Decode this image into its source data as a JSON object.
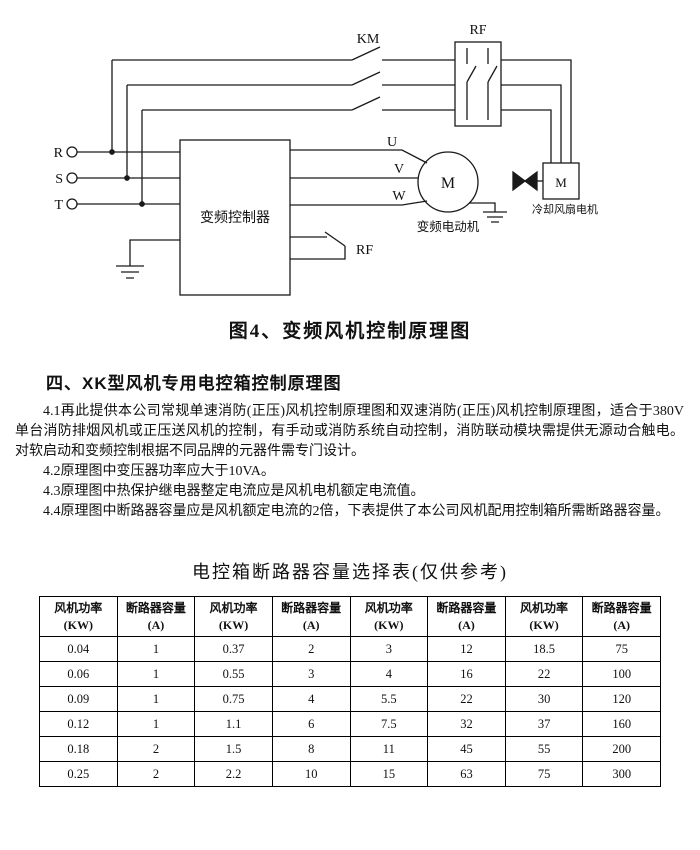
{
  "figure": {
    "caption": "图4、变频风机控制原理图",
    "labels": {
      "km": "KM",
      "rf_top": "RF",
      "rf_aux": "RF",
      "r": "R",
      "s": "S",
      "t": "T",
      "u": "U",
      "v": "V",
      "w": "W",
      "controller": "变频控制器",
      "motor_m": "M",
      "motor_label": "变频电动机",
      "fan_m": "M",
      "fan_label": "冷却风扇电机"
    }
  },
  "section": {
    "heading": "四、XK型风机专用电控箱控制原理图",
    "paragraphs": [
      "4.1再此提供本公司常规单速消防(正压)风机控制原理图和双速消防(正压)风机控制原理图，适合于380V单台消防排烟风机或正压送风机的控制，有手动或消防系统自动控制，消防联动模块需提供无源动合触电。对软启动和变频控制根据不同品牌的元器件需专门设计。",
      "4.2原理图中变压器功率应大于10VA。",
      "4.3原理图中热保护继电器整定电流应是风机电机额定电流值。",
      "4.4原理图中断路器容量应是风机额定电流的2倍，下表提供了本公司风机配用控制箱所需断路器容量。"
    ]
  },
  "table": {
    "title": "电控箱断路器容量选择表(仅供参考)",
    "headers": [
      {
        "line1": "风机功率",
        "line2": "(KW)"
      },
      {
        "line1": "断路器容量",
        "line2": "(A)"
      },
      {
        "line1": "风机功率",
        "line2": "(KW)"
      },
      {
        "line1": "断路器容量",
        "line2": "(A)"
      },
      {
        "line1": "风机功率",
        "line2": "(KW)"
      },
      {
        "line1": "断路器容量",
        "line2": "(A)"
      },
      {
        "line1": "风机功率",
        "line2": "(KW)"
      },
      {
        "line1": "断路器容量",
        "line2": "(A)"
      }
    ],
    "rows": [
      [
        "0.04",
        "1",
        "0.37",
        "2",
        "3",
        "12",
        "18.5",
        "75"
      ],
      [
        "0.06",
        "1",
        "0.55",
        "3",
        "4",
        "16",
        "22",
        "100"
      ],
      [
        "0.09",
        "1",
        "0.75",
        "4",
        "5.5",
        "22",
        "30",
        "120"
      ],
      [
        "0.12",
        "1",
        "1.1",
        "6",
        "7.5",
        "32",
        "37",
        "160"
      ],
      [
        "0.18",
        "2",
        "1.5",
        "8",
        "11",
        "45",
        "55",
        "200"
      ],
      [
        "0.25",
        "2",
        "2.2",
        "10",
        "15",
        "63",
        "75",
        "300"
      ]
    ]
  }
}
